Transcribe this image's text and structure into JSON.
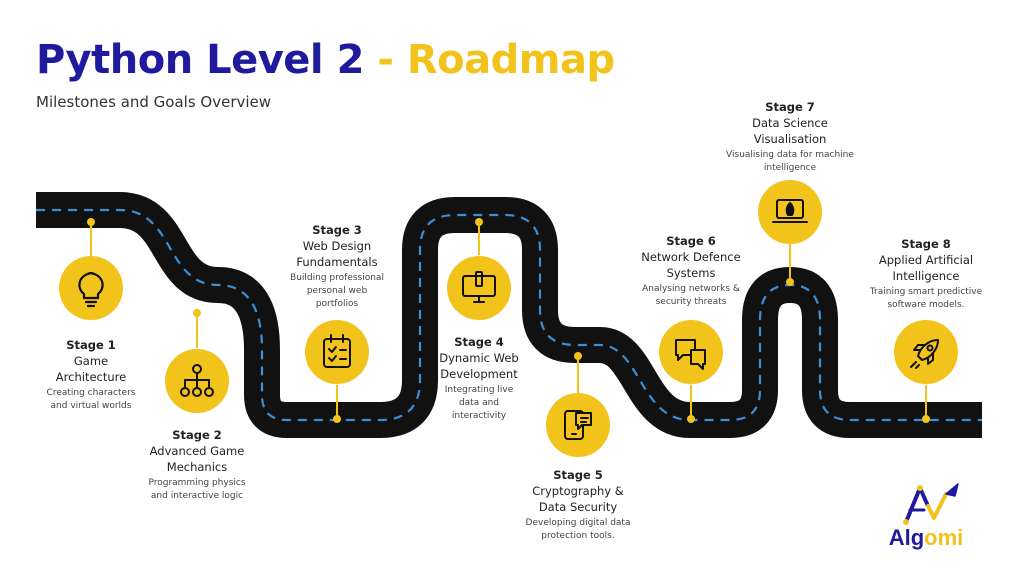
{
  "header": {
    "title_part1": "Python Level 2",
    "title_sep": " - ",
    "title_part2": "Roadmap",
    "subtitle": "Milestones and Goals Overview"
  },
  "colors": {
    "title_blue": "#1f1a9e",
    "accent_gold": "#f2c31b",
    "road": "#111111",
    "road_dash": "#3a8fd6"
  },
  "stages": [
    {
      "label": "Stage 1",
      "title": "Game Architecture",
      "desc": "Creating characters and virtual worlds",
      "icon": "lightbulb-icon"
    },
    {
      "label": "Stage 2",
      "title": "Advanced Game Mechanics",
      "desc": "Programming physics and interactive logic",
      "icon": "hierarchy-icon"
    },
    {
      "label": "Stage 3",
      "title": "Web Design Fundamentals",
      "desc": "Building professional personal web portfolios",
      "icon": "checklist-icon"
    },
    {
      "label": "Stage 4",
      "title": "Dynamic Web Development",
      "desc": "Integrating live data and interactivity",
      "icon": "monitor-code-icon"
    },
    {
      "label": "Stage 5",
      "title": "Cryptography & Data Security",
      "desc": "Developing digital data protection tools.",
      "icon": "tablet-message-icon"
    },
    {
      "label": "Stage 6",
      "title": "Network Defence Systems",
      "desc": "Analysing networks & security threats",
      "icon": "chat-bubbles-icon"
    },
    {
      "label": "Stage 7",
      "title": "Data Science Visualisation",
      "desc": "Visualising data for machine intelligence",
      "icon": "laptop-rocket-icon"
    },
    {
      "label": "Stage 8",
      "title": "Applied Artificial Intelligence",
      "desc": "Training smart predictive software models.",
      "icon": "rocket-icon"
    }
  ],
  "logo": {
    "part1": "Alg",
    "part2": "omi"
  }
}
